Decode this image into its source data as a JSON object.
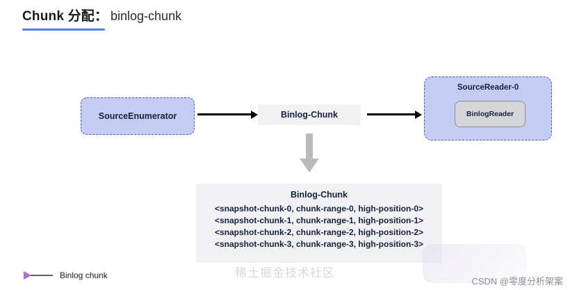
{
  "title": {
    "main": "Chunk 分配",
    "colon": "：",
    "sub": "binlog-chunk"
  },
  "nodes": {
    "source_enumerator": "SourceEnumerator",
    "binlog_chunk_pill": "Binlog-Chunk",
    "source_reader": "SourceReader-0",
    "binlog_reader": "BinlogReader"
  },
  "detail": {
    "title": "Binlog-Chunk",
    "lines": [
      "<snapshot-chunk-0, chunk-range-0, high-position-0>",
      "<snapshot-chunk-1, chunk-range-1, high-position-1>",
      "<snapshot-chunk-2, chunk-range-2, high-position-2>",
      "<snapshot-chunk-3, chunk-range-3, high-position-3>"
    ]
  },
  "legend": {
    "label": "Binlog chunk",
    "arrow_color": "#b06cd0"
  },
  "watermarks": {
    "center": "稀土掘金技术社区",
    "bottom_right": "CSDN @零度分析架案"
  },
  "colors": {
    "node_fill": "#c3cdf2",
    "node_border": "#4a5fa8",
    "panel_fill": "#f1f1f3",
    "reader_fill": "#d6d6da",
    "underline": "#4f7fe0",
    "arrow": "#000000",
    "fat_arrow": "#b9b9bf"
  }
}
